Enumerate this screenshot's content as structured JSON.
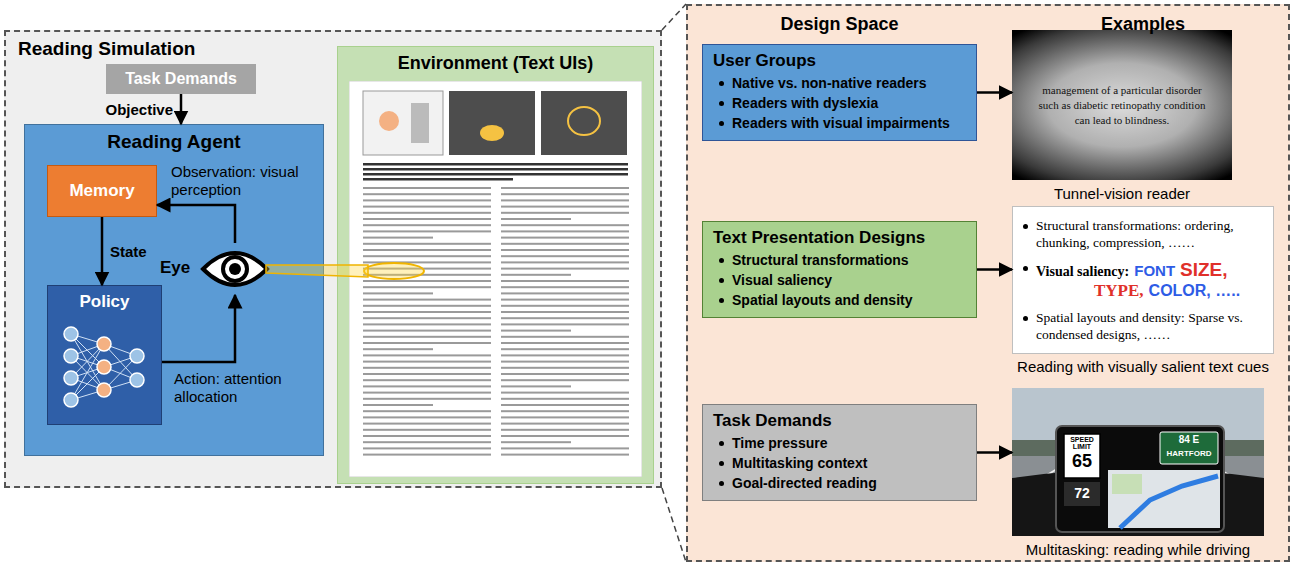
{
  "diagram": {
    "nodes": [
      {
        "text": [
          "Reading Simulation"
        ]
      },
      {
        "text": [
          "Task Demands"
        ],
        "in": 0
      },
      {
        "text": [
          "Reading Agent"
        ],
        "in": 0
      },
      {
        "text": [
          "Memory"
        ],
        "in": 2
      },
      {
        "text": [
          "Eye"
        ],
        "in": 2
      },
      {
        "text": [
          "Policy"
        ],
        "in": 2
      },
      {
        "text": [
          "Environment (Text UIs)"
        ],
        "in": 0
      },
      {
        "text": [
          "Design Space",
          "Examples"
        ]
      },
      {
        "text": [
          "User Groups",
          "Native vs. non-native readers",
          "Readers with dyslexia",
          "Readers with visual impairments"
        ],
        "in": 7
      },
      {
        "text": [
          "management of a particular disorder",
          "such as diabetic retinopathy condition",
          "can lead to blindness.",
          "Tunnel-vision reader"
        ],
        "in": 7
      },
      {
        "text": [
          "Text Presentation Designs",
          "Structural transformations",
          "Visual saliency",
          "Spatial layouts and density"
        ],
        "in": 7
      },
      {
        "text": [
          "Structural transformations: ordering, chunking, compression, ……",
          "Visual saliency:",
          "FONT",
          "SIZE,",
          "TYPE,",
          "COLOR, …..",
          "Spatial layouts and density: Sparse vs. condensed designs, ……",
          "Reading with visually salient text cues"
        ],
        "in": 7
      },
      {
        "text": [
          "Task Demands",
          "Time pressure",
          "Multitasking context",
          "Goal-directed reading"
        ],
        "in": 7
      },
      {
        "text": [
          "Multitasking: reading while driving"
        ],
        "in": 7
      }
    ],
    "edges": [
      {
        "from": 1,
        "to": 2,
        "arrow": "to",
        "label": "Objective"
      },
      {
        "from": 4,
        "to": 3,
        "arrow": "to",
        "label": "Observation: visual perception"
      },
      {
        "from": 3,
        "to": 5,
        "arrow": "to",
        "label": "State"
      },
      {
        "from": 5,
        "to": 4,
        "arrow": "to",
        "label": "Action: attention allocation"
      },
      {
        "from": 8,
        "to": 9,
        "arrow": "to"
      },
      {
        "from": 10,
        "to": 11,
        "arrow": "to"
      },
      {
        "from": 12,
        "to": 13,
        "arrow": "to"
      }
    ],
    "labels": [
      "SPEED LIMIT",
      "65",
      "72",
      "84 E",
      "HARTFORD"
    ]
  }
}
